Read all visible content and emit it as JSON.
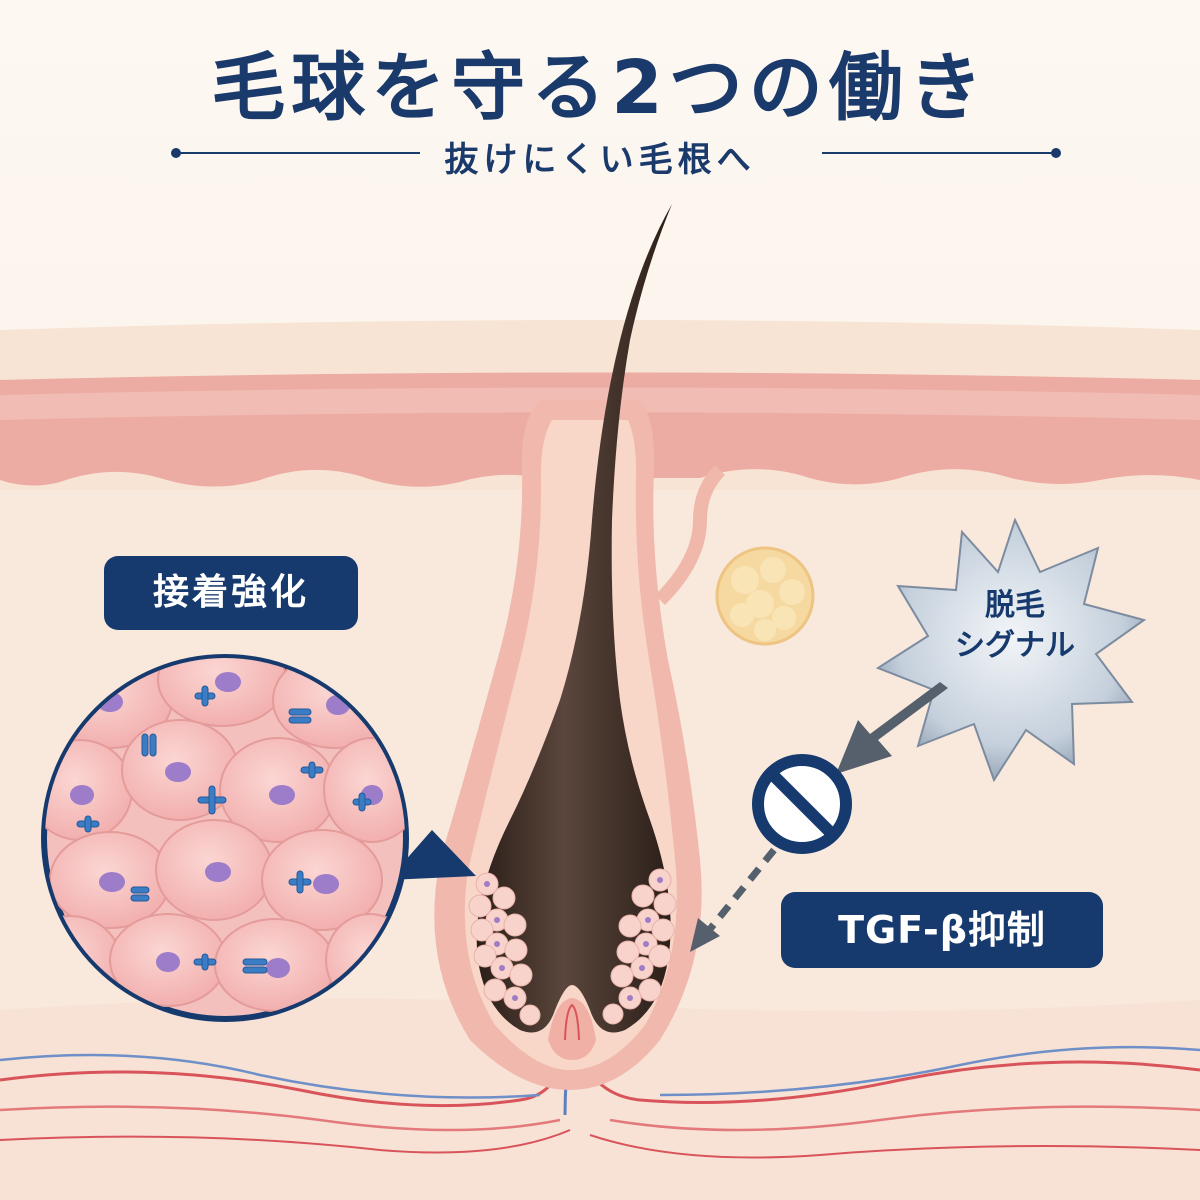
{
  "header": {
    "title": "毛球を守る2つの働き",
    "subtitle": "抜けにくい毛根へ"
  },
  "labels": {
    "adhesion": "接着強化",
    "signal_line1": "脱毛",
    "signal_line2": "シグナル",
    "tgf": "TGF-β抑制"
  },
  "icons": {
    "block": "prohibition-icon",
    "signal": "starburst-icon"
  },
  "colors": {
    "navy": "#163a6e",
    "hair": "#3a2a22",
    "skin": "#f6d3c4",
    "cell": "#f7bcbc",
    "nucleus": "#9d7cc9",
    "junction": "#3b7dc4",
    "arrow": "#55606c"
  }
}
